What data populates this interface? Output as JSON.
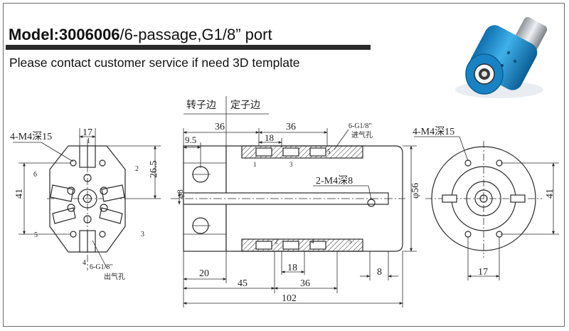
{
  "title": {
    "model_label": "Model:",
    "model_number": "3006006",
    "description": "/6-passage,G1/8” port"
  },
  "subtitle": "Please contact customer service if need 3D template",
  "left_view": {
    "callout_top": "4-M4深15",
    "dim_top": "17",
    "dim_left": "41",
    "dim_right": "26.5",
    "port_numbers": [
      "1",
      "2",
      "3",
      "4",
      "5",
      "6"
    ],
    "outlet_label_line1": "6-G1/8\"",
    "outlet_label_line2": "出气孔"
  },
  "center_view": {
    "rotor_side": "转子边",
    "stator_side": "定子边",
    "dim_36_left": "36",
    "dim_36_right": "36",
    "dim_9_5": "9.5",
    "dim_18_top": "18",
    "inlet_label_line1": "6-G1/8\"",
    "inlet_label_line2": "进气孔",
    "top_port_numbers": [
      "1",
      "3",
      "5"
    ],
    "bottom_port_numbers": [
      "2",
      "4",
      "5"
    ],
    "callout_m4": "2-M4深8",
    "dim_phi8": "φ8",
    "dim_phi56": "φ56",
    "dim_18_bottom": "18",
    "dim_20": "20",
    "dim_8": "8",
    "dim_45": "45",
    "dim_36_bottom": "36",
    "dim_102": "102"
  },
  "right_view": {
    "callout_top": "4-M4深15",
    "dim_right": "41",
    "dim_bottom": "17"
  },
  "colors": {
    "line": "#2a2a2a",
    "product_blue": "#1e8fd0"
  }
}
